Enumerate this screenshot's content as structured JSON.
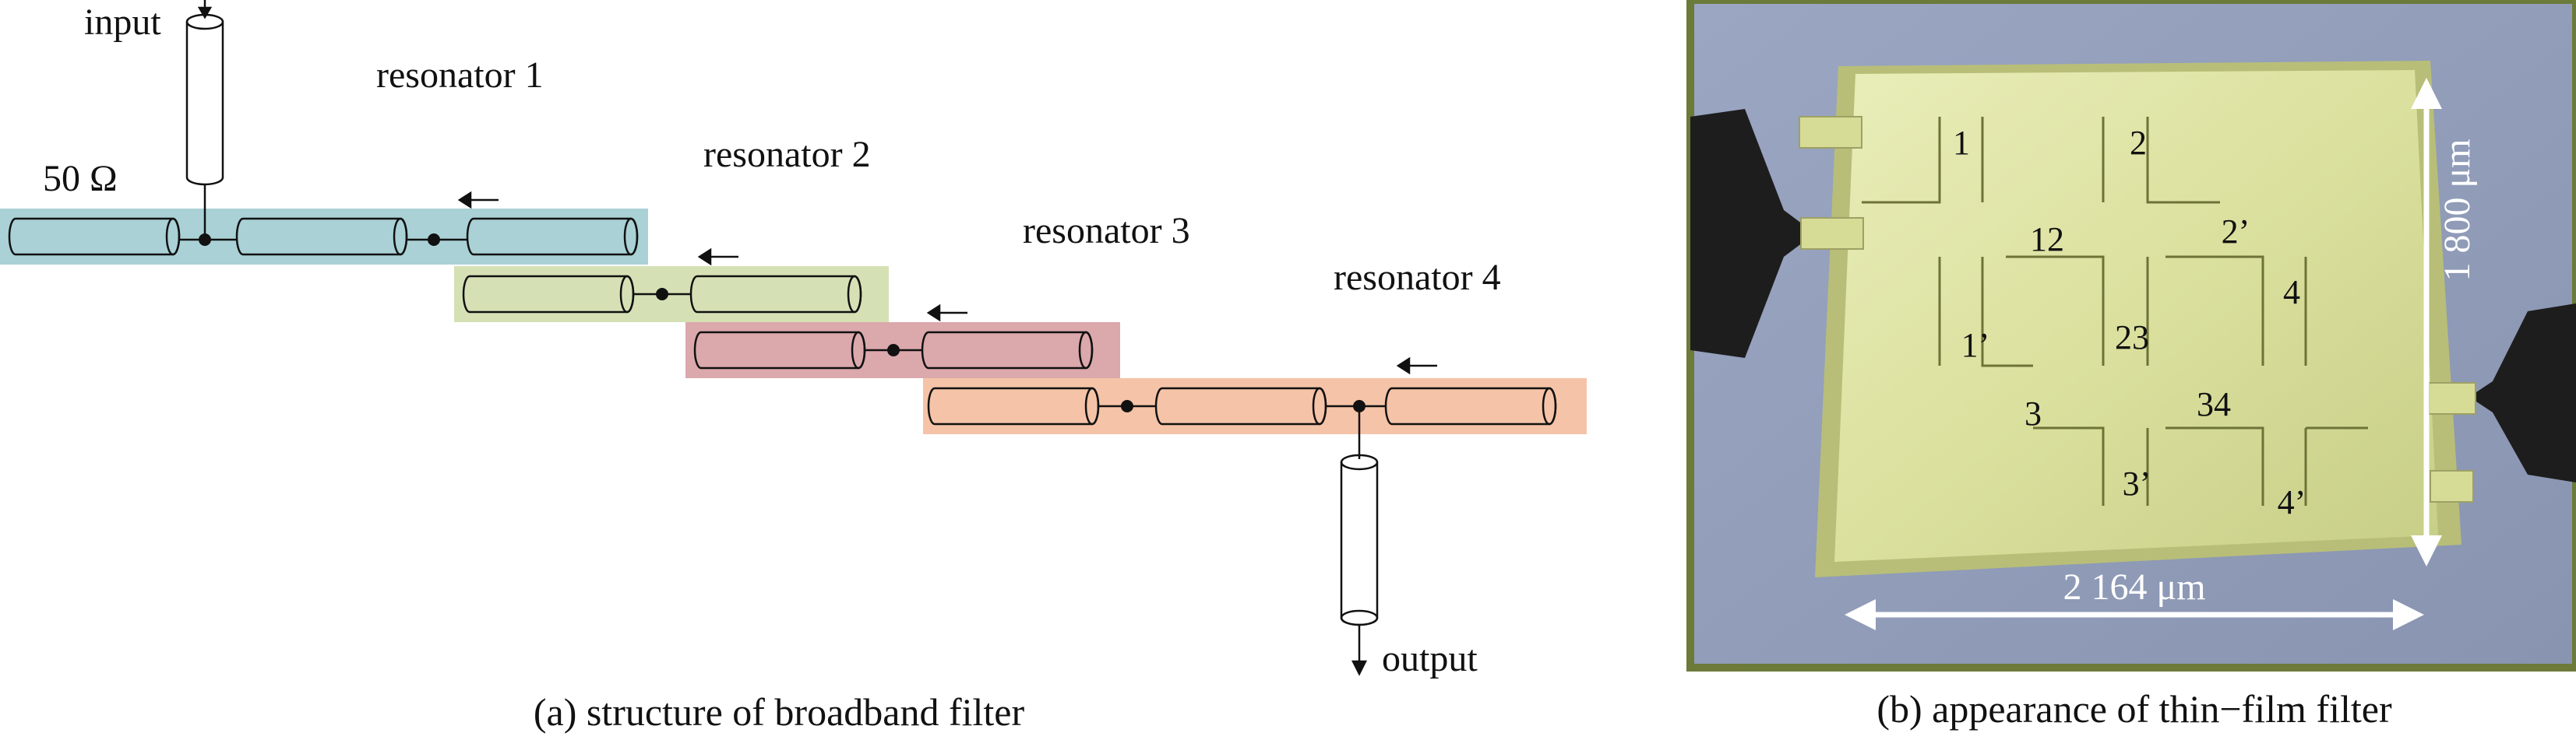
{
  "panel_a": {
    "input_label": "input",
    "output_label": "output",
    "impedance_label": "50 Ω",
    "resonators": [
      {
        "label": "resonator 1",
        "color": "#a9d1d6"
      },
      {
        "label": "resonator 2",
        "color": "#d5e1b5"
      },
      {
        "label": "resonator 3",
        "color": "#dba8ac"
      },
      {
        "label": "resonator 4",
        "color": "#f5c3a7"
      }
    ],
    "caption": "(a) structure of broadband filter"
  },
  "panel_b": {
    "pad_labels": [
      "1",
      "2",
      "2’",
      "12",
      "4",
      "1’",
      "23",
      "3",
      "34",
      "3’",
      "4’"
    ],
    "height_dimension": "1 800 μm",
    "width_dimension": "2 164 μm",
    "caption": "(b) appearance of thin−film filter"
  }
}
